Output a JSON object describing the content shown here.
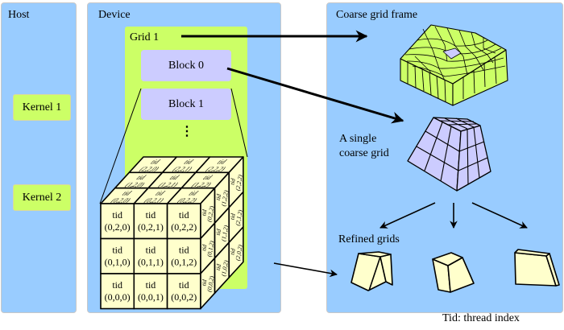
{
  "host": {
    "title": "Host",
    "kernels": [
      "Kernel 1",
      "Kernel 2"
    ]
  },
  "device": {
    "title": "Device",
    "grid_label": "Grid 1",
    "blocks": [
      "Block 0",
      "Block 1"
    ],
    "ellipsis": "⋮",
    "thread_label": "tid",
    "front_face": [
      [
        "(0,2,0)",
        "(0,2,1)",
        "(0,2,2)"
      ],
      [
        "(0,1,0)",
        "(0,1,1)",
        "(0,1,2)"
      ],
      [
        "(0,0,0)",
        "(0,0,1)",
        "(0,0,2)"
      ]
    ],
    "top_face": [
      [
        "(2,2,0)",
        "(2,2,1)",
        "(2,2,2)"
      ],
      [
        "(1,2,0)",
        "(1,2,1)",
        "(1,2,2)"
      ],
      [
        "(0,2,0)",
        "(0,2,1)",
        "(0,2,2)"
      ]
    ],
    "side_face": [
      [
        "(0,2,2)",
        "(1,2,2)",
        "(2,2,2)"
      ],
      [
        "(0,1,2)",
        "(1,1,2)",
        "(2,1,2)"
      ],
      [
        "(0,0,2)",
        "(1,0,2)",
        "(2,0,2)"
      ]
    ]
  },
  "right_panel": {
    "coarse_frame_label": "Coarse grid frame",
    "single_grid_label_line1": "A single",
    "single_grid_label_line2": "coarse grid",
    "refined_label": "Refined grids"
  },
  "footnote": "Tid: thread index",
  "colors": {
    "panel_bg": "#99ccff",
    "grid_green": "#ccff66",
    "block_lavender": "#ccccff",
    "thread_cream": "#ffffcc"
  }
}
